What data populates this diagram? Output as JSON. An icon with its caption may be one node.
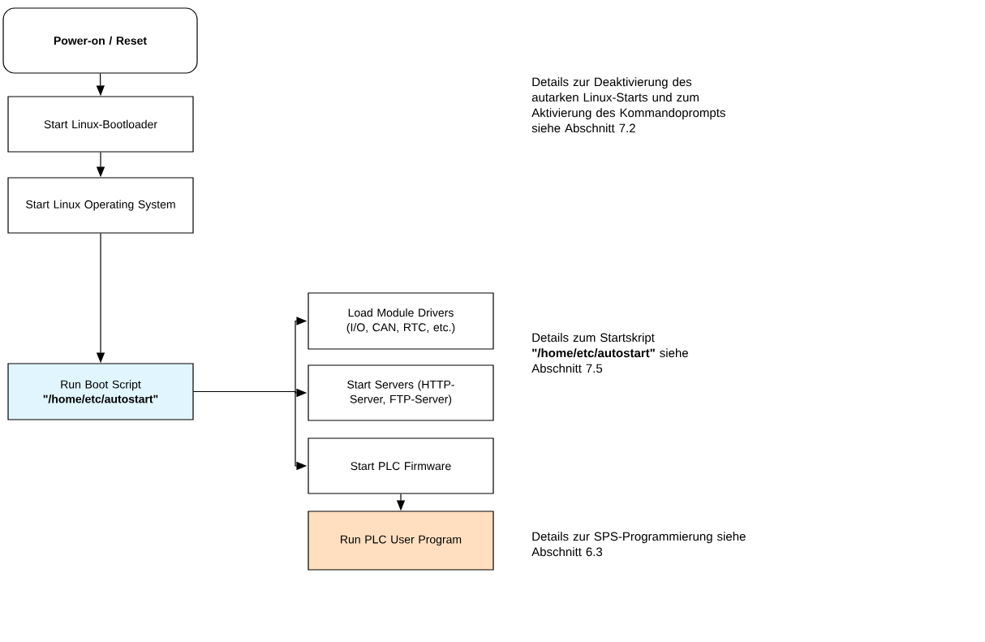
{
  "diagram": {
    "nodes": [
      {
        "text": [
          "Power-on / Reset"
        ]
      },
      {
        "text": [
          "Start Linux-Bootloader"
        ]
      },
      {
        "text": [
          "Start Linux Operating System"
        ]
      },
      {
        "text": [
          "Run Boot Script **\"/home/etc/autostart\"**"
        ]
      },
      {
        "text": [
          "Load Module Drivers (I/O, CAN, RTC, etc.)"
        ]
      },
      {
        "text": [
          "Start Servers (HTTP-Server, FTP-Server)"
        ]
      },
      {
        "text": [
          "Start PLC Firmware"
        ]
      },
      {
        "text": [
          "Run PLC User Program"
        ]
      }
    ],
    "edges": [
      {
        "from": 0,
        "to": 1,
        "arrow": "to"
      },
      {
        "from": 1,
        "to": 2,
        "arrow": "to"
      },
      {
        "from": 2,
        "to": 3,
        "arrow": "to"
      },
      {
        "from": 3,
        "to": 4,
        "arrow": "to"
      },
      {
        "from": 3,
        "to": 5,
        "arrow": "to"
      },
      {
        "from": 3,
        "to": 6,
        "arrow": "to"
      },
      {
        "from": 6,
        "to": 7,
        "arrow": "to"
      }
    ],
    "labels": [
      "Details zur Deaktivierung des autarken Linux-Starts und zum Aktivierung des Kommandoprompts siehe Abschnitt 7.2",
      "Details zum Startskript **\"/home/etc/autostart\"** siehe Abschnitt 7.5",
      "Details zur SPS-Programmierung siehe Abschnitt 6.3"
    ]
  }
}
